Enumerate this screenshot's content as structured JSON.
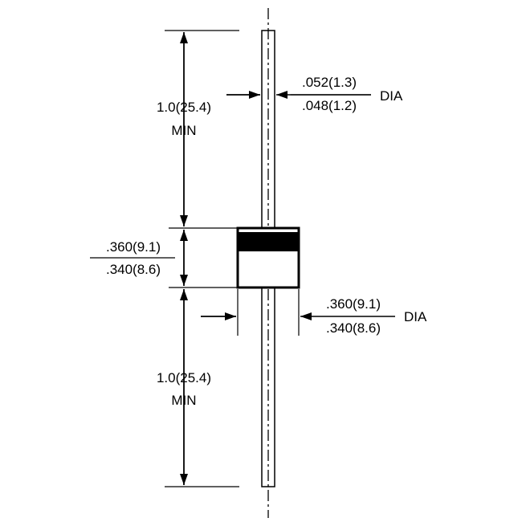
{
  "colors": {
    "ink": "#000000",
    "paper": "#ffffff"
  },
  "labels": {
    "upper_lead_length": {
      "value": "1.0(25.4)",
      "qualifier": "MIN"
    },
    "lower_lead_length": {
      "value": "1.0(25.4)",
      "qualifier": "MIN"
    },
    "lead_diameter": {
      "max": ".052(1.3)",
      "min": ".048(1.2)",
      "suffix": "DIA"
    },
    "body_length": {
      "max": ".360(9.1)",
      "min": ".340(8.6)"
    },
    "body_diameter": {
      "max": ".360(9.1)",
      "min": ".340(8.6)",
      "suffix": "DIA"
    }
  }
}
